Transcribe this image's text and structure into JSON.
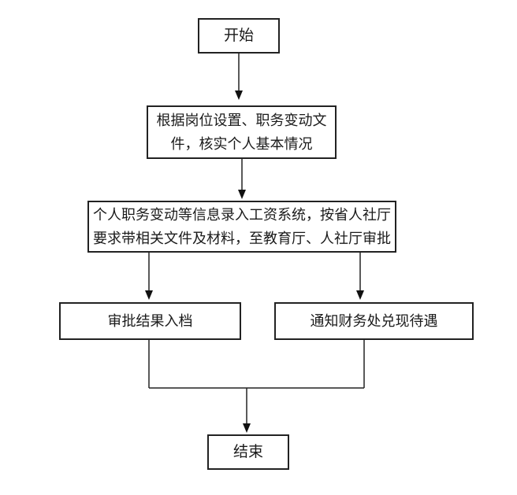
{
  "diagram": {
    "background_color": "#ffffff",
    "line_color": "#222222",
    "text_color": "#1a1a1a",
    "nodes": {
      "start": {
        "label": "开始"
      },
      "verify": {
        "lines": [
          "根据岗位设置、职务变动文",
          "件，核实个人基本情况"
        ]
      },
      "system": {
        "lines": [
          "个人职务变动等信息录入工资系统，按省人社厅",
          "要求带相关文件及材料，至教育厅、人社厅审批"
        ]
      },
      "archive": {
        "label": "审批结果入档"
      },
      "notify": {
        "label": "通知财务处兑现待遇"
      },
      "end": {
        "label": "结束"
      }
    }
  }
}
